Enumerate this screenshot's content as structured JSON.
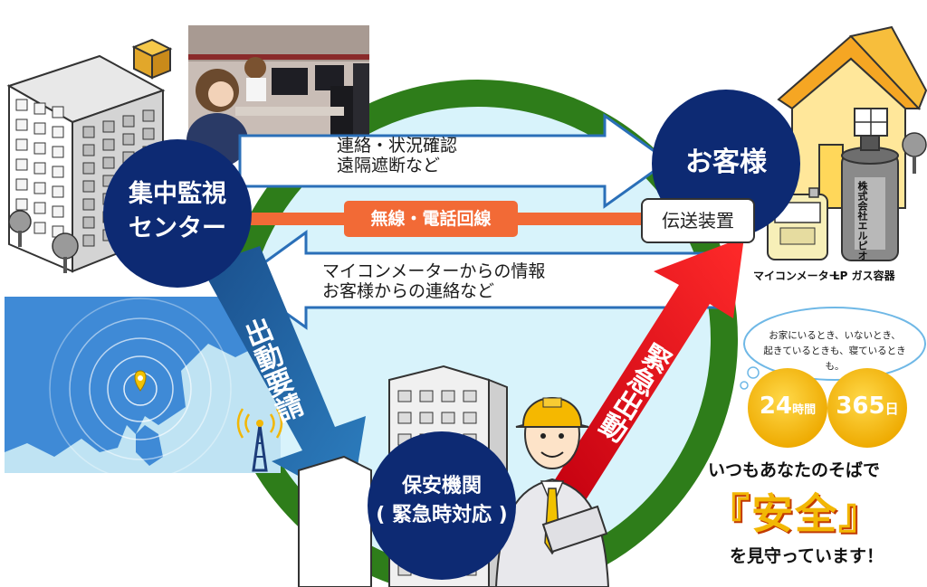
{
  "nodes": {
    "center": {
      "line1": "集中監視",
      "line2": "センター"
    },
    "customer": {
      "label": "お客様"
    },
    "safety": {
      "line1": "保安機関",
      "line2": "( 緊急時対応 )"
    }
  },
  "arrows": {
    "top_text_1": "連絡・状況確認",
    "top_text_2": "遠隔遮断など",
    "radio_label": "無線・電話回線",
    "bottom_text_1": "マイコンメーターからの情報",
    "bottom_text_2": "お客様からの連絡など",
    "dispatch_request": "出動要請",
    "emergency_dispatch": "緊急出動"
  },
  "equipment": {
    "transmitter": "伝送装置",
    "meter_label": "マイコンメーター",
    "tank_label": "LP ガス容器",
    "tank_company": "株式会社エルピオ"
  },
  "bubble": {
    "line1": "お家にいるとき、いないとき、",
    "line2": "起きているときも、寝ているときも。"
  },
  "badges": {
    "hours_num": "24",
    "hours_unit": "時間",
    "days_num": "365",
    "days_unit": "日"
  },
  "tagline": {
    "line1": "いつもあなたのそばで",
    "highlight": "『安全』",
    "line3": "を見守っています！"
  },
  "colors": {
    "navy": "#0d2a73",
    "green_ring": "#2e7d1a",
    "sky": "#d8f3fb",
    "orange_line": "#f26a36",
    "red_arrow": "#e8141e",
    "blue_arrow": "#1c5fa8",
    "gold": "#f2b705"
  }
}
